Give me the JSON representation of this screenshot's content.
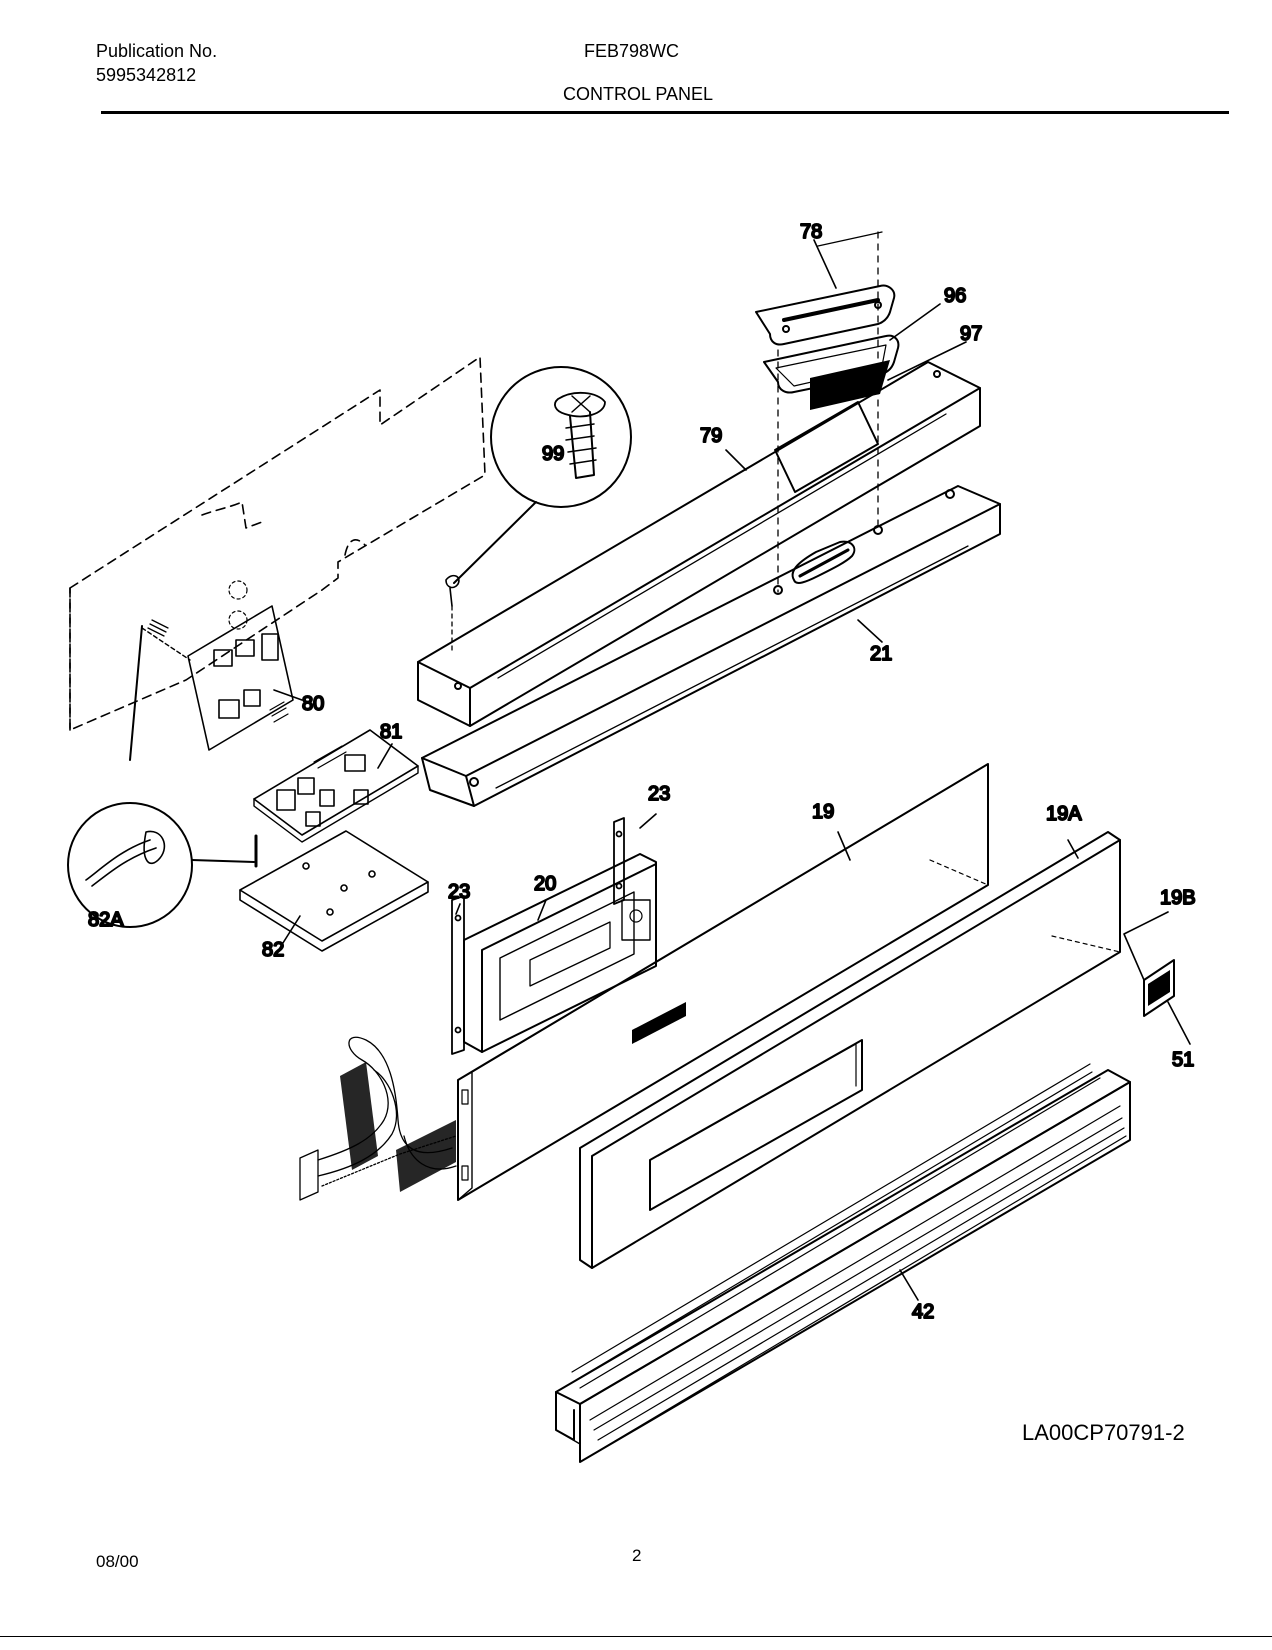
{
  "header": {
    "publication_label": "Publication No.",
    "publication_number": "5995342812",
    "model": "FEB798WC",
    "section": "CONTROL PANEL"
  },
  "callouts": {
    "c78": "78",
    "c96": "96",
    "c97": "97",
    "c99": "99",
    "c79": "79",
    "c21": "21",
    "c80": "80",
    "c81": "81",
    "c82A": "82A",
    "c82": "82",
    "c23a": "23",
    "c23b": "23",
    "c20": "20",
    "c19": "19",
    "c19A": "19A",
    "c19B": "19B",
    "c51": "51",
    "c42": "42"
  },
  "drawing_code": "LA00CP70791-2",
  "footer": {
    "date": "08/00",
    "page": "2"
  }
}
